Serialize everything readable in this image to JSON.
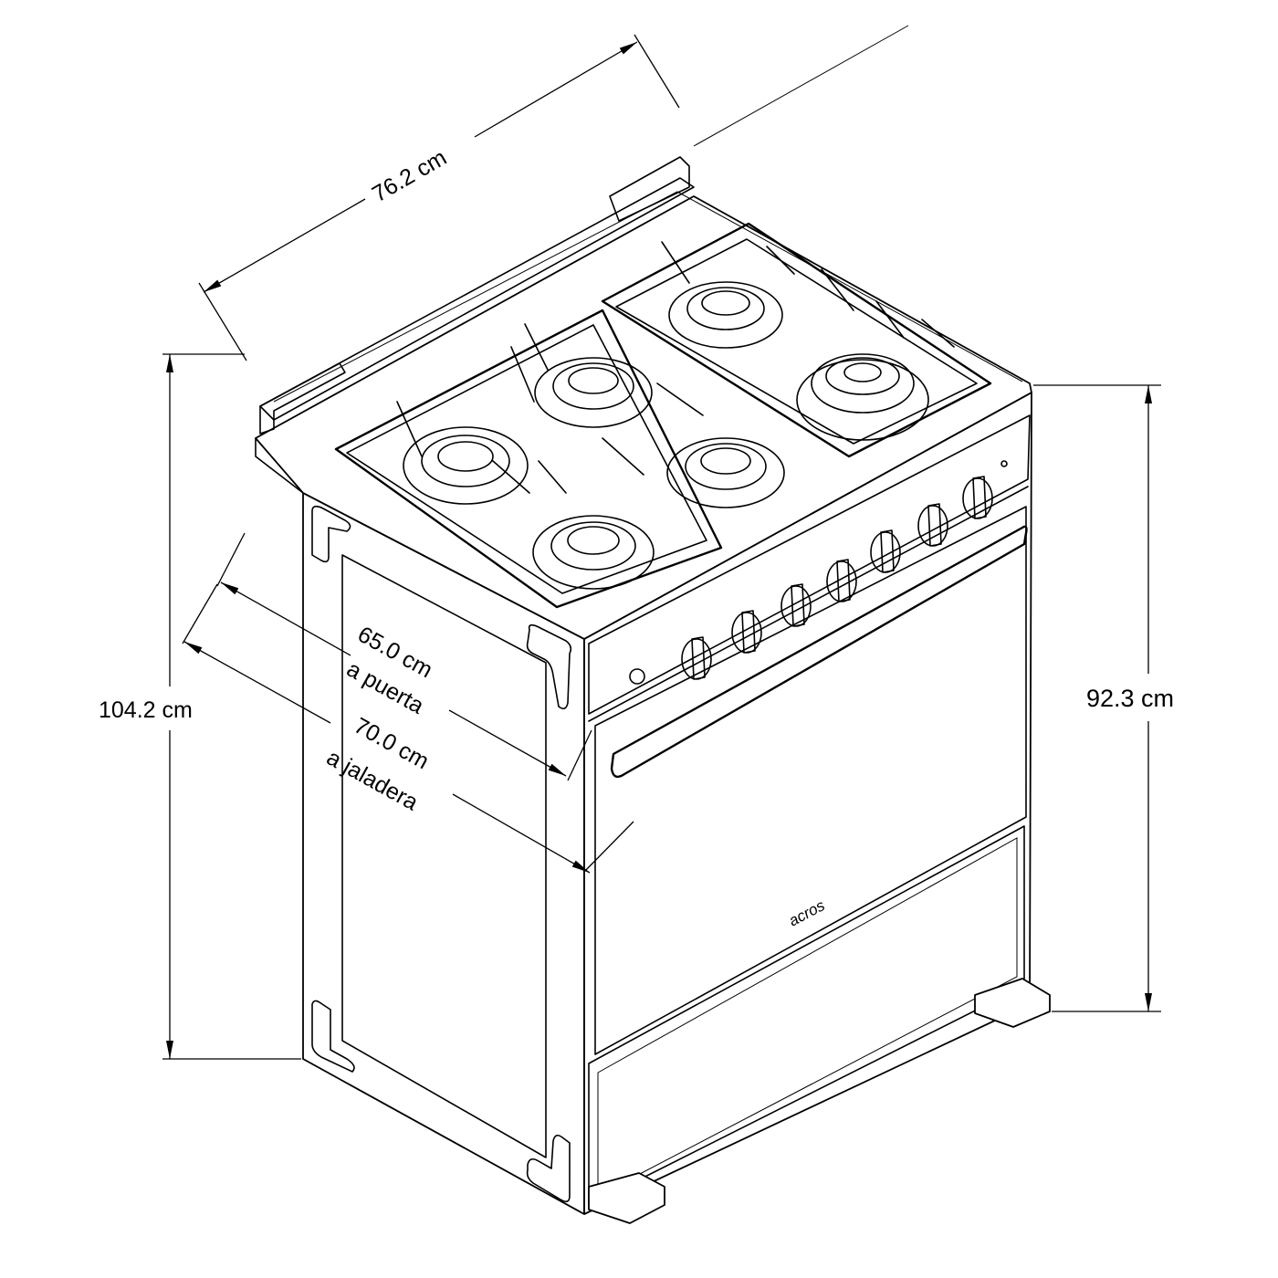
{
  "dimensions": {
    "width": "76.2 cm",
    "total_height": "104.2 cm",
    "cooktop_height": "92.3 cm",
    "depth_door_value": "65.0 cm",
    "depth_door_label": "a puerta",
    "depth_handle_value": "70.0 cm",
    "depth_handle_label": "a jaladera"
  },
  "brand": {
    "logo_text": "acros"
  }
}
